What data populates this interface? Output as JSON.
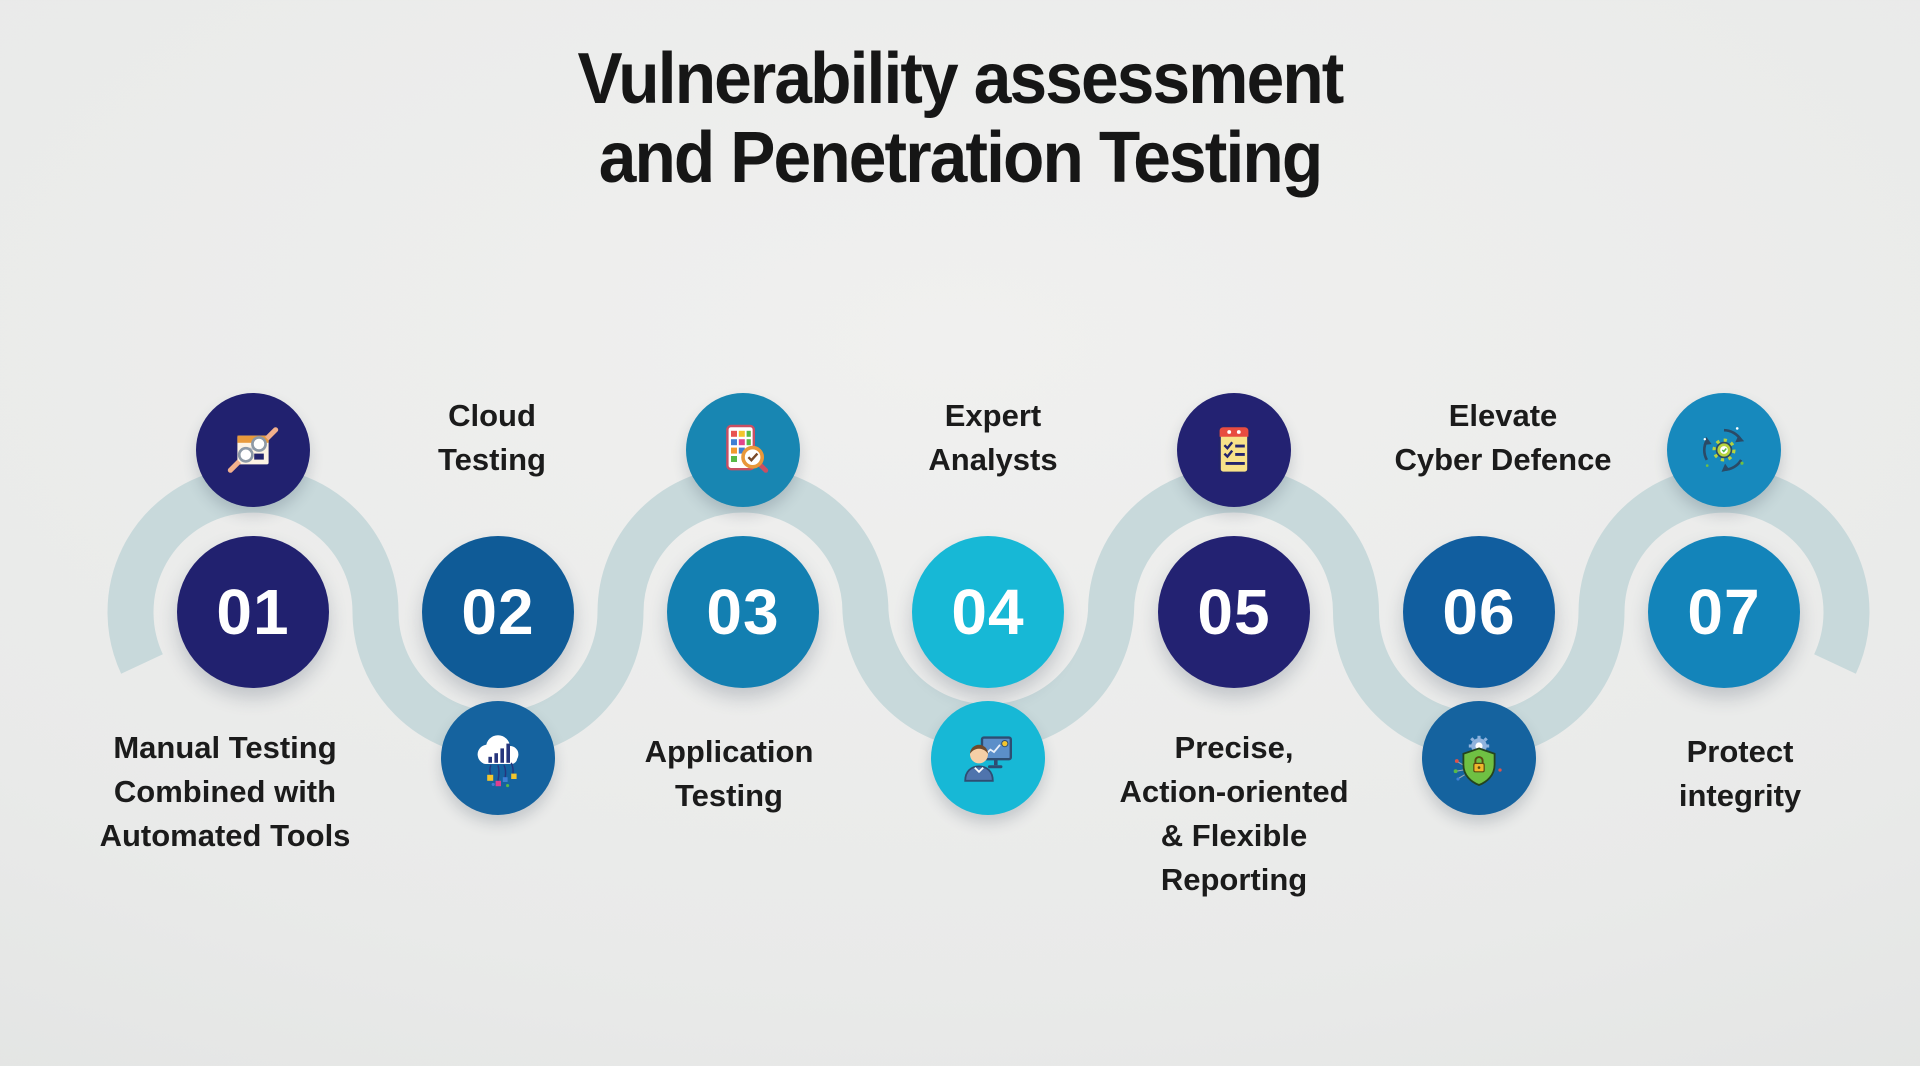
{
  "title": {
    "line1": "Vulnerability assessment",
    "line2": "and Penetration Testing",
    "full": "Vulnerability assessment and Penetration Testing"
  },
  "wave": {
    "color": "#c8d9db"
  },
  "background_color": "#e9eae9",
  "label_text_color": "#1b1b1b",
  "number_text_color": "#ffffff",
  "steps": [
    {
      "number": "01",
      "label": "Manual Testing Combined with Automated Tools",
      "label_lines": [
        "Manual Testing",
        "Combined with",
        "Automated Tools"
      ],
      "label_position": "below",
      "icon_position": "above",
      "icon": "magnifier-document-icon",
      "colors": {
        "circle": "#21216f",
        "icon_circle": "#21216f"
      }
    },
    {
      "number": "02",
      "label": "Cloud Testing",
      "label_lines": [
        "Cloud",
        "Testing"
      ],
      "label_position": "above",
      "icon_position": "below",
      "icon": "cloud-analytics-icon",
      "colors": {
        "circle": "#0f5b97",
        "icon_circle": "#15639f"
      }
    },
    {
      "number": "03",
      "label": "Application Testing",
      "label_lines": [
        "Application",
        "Testing"
      ],
      "label_position": "below",
      "icon_position": "above",
      "icon": "application-testing-icon",
      "colors": {
        "circle": "#137fb1",
        "icon_circle": "#1886b2"
      }
    },
    {
      "number": "04",
      "label": "Expert Analysts",
      "label_lines": [
        "Expert",
        "Analysts"
      ],
      "label_position": "above",
      "icon_position": "below",
      "icon": "analyst-monitor-icon",
      "colors": {
        "circle": "#17b8d6",
        "icon_circle": "#17b8d6"
      }
    },
    {
      "number": "05",
      "label": "Precise, Action-oriented & Flexible Reporting",
      "label_lines": [
        "Precise,",
        "Action-oriented",
        "& Flexible",
        "Reporting"
      ],
      "label_position": "below",
      "icon_position": "above",
      "icon": "checklist-icon",
      "colors": {
        "circle": "#232272",
        "icon_circle": "#232272"
      }
    },
    {
      "number": "06",
      "label": "Elevate Cyber Defence",
      "label_lines": [
        "Elevate",
        "Cyber Defence"
      ],
      "label_position": "above",
      "icon_position": "below",
      "icon": "shield-lock-icon",
      "colors": {
        "circle": "#115e9f",
        "icon_circle": "#15639f"
      }
    },
    {
      "number": "07",
      "label": "Protect integrity",
      "label_lines": [
        "Protect",
        "integrity"
      ],
      "label_position": "below",
      "icon_position": "above",
      "icon": "cycle-gear-icon",
      "colors": {
        "circle": "#1384ba",
        "icon_circle": "#1789bd"
      }
    }
  ]
}
